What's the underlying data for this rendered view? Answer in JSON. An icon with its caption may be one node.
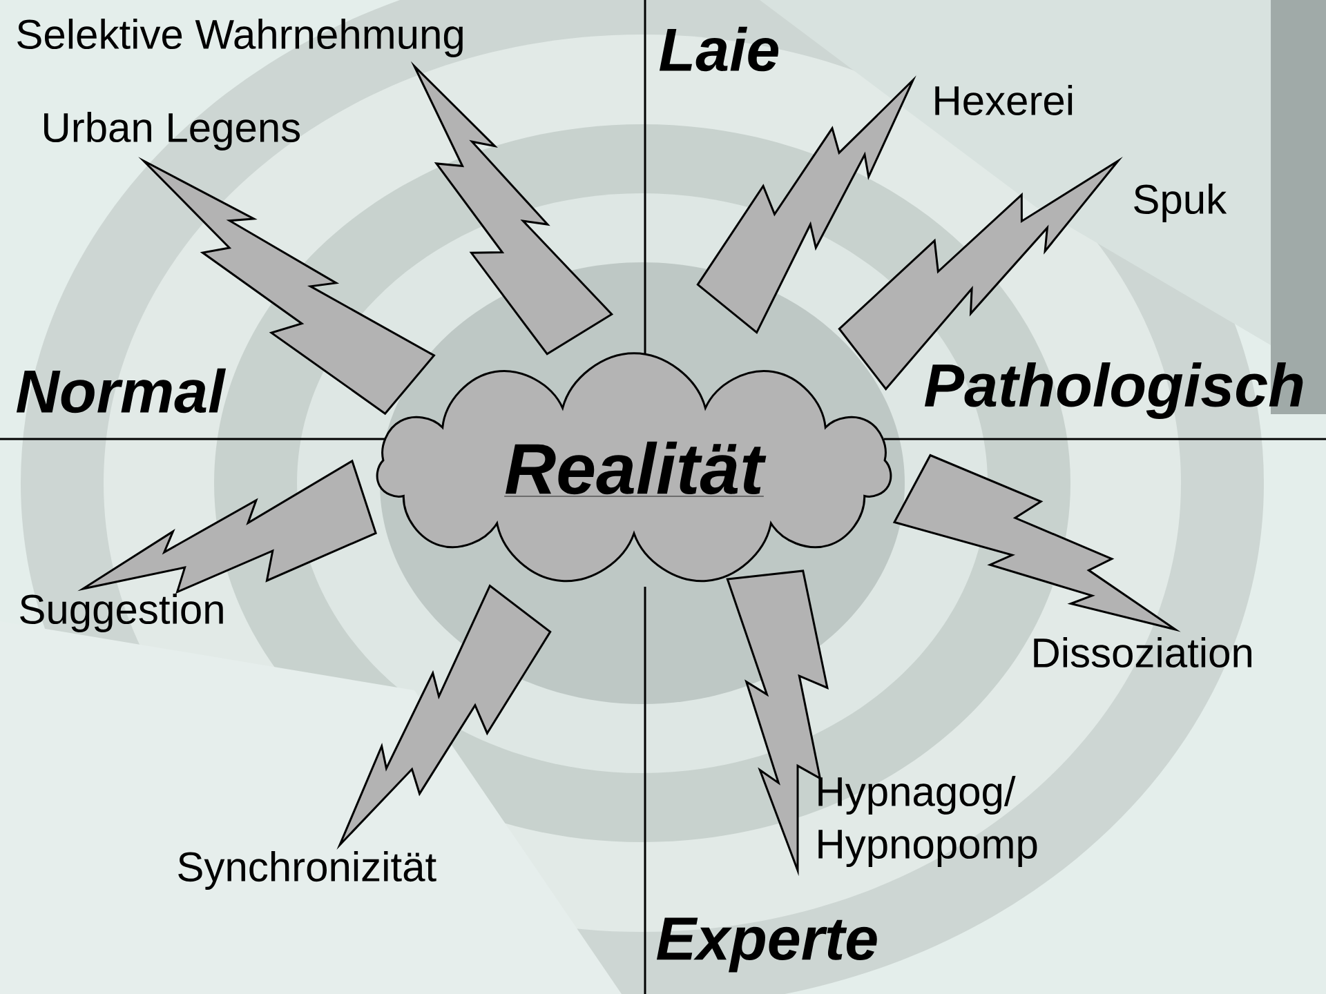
{
  "diagram": {
    "nodes": [
      {
        "text": [
          "Realität"
        ]
      },
      {
        "text": [
          "Selektive Wahrnehmung"
        ]
      },
      {
        "text": [
          "Urban Legens"
        ]
      },
      {
        "text": [
          "Hexerei"
        ]
      },
      {
        "text": [
          "Spuk"
        ]
      },
      {
        "text": [
          "Suggestion"
        ]
      },
      {
        "text": [
          "Synchronizität"
        ]
      },
      {
        "text": [
          "Dissoziation"
        ]
      },
      {
        "text": [
          "Hypnagog/ Hypnopomp"
        ]
      }
    ],
    "edges": [
      {
        "from": 0,
        "to": 1,
        "arrow": "none"
      },
      {
        "from": 0,
        "to": 2,
        "arrow": "none"
      },
      {
        "from": 0,
        "to": 3,
        "arrow": "none"
      },
      {
        "from": 0,
        "to": 4,
        "arrow": "none"
      },
      {
        "from": 0,
        "to": 5,
        "arrow": "none"
      },
      {
        "from": 0,
        "to": 6,
        "arrow": "none"
      },
      {
        "from": 0,
        "to": 7,
        "arrow": "none"
      },
      {
        "from": 0,
        "to": 8,
        "arrow": "none"
      }
    ],
    "labels": [
      "Laie",
      "Normal",
      "Pathologisch",
      "Experte"
    ]
  }
}
